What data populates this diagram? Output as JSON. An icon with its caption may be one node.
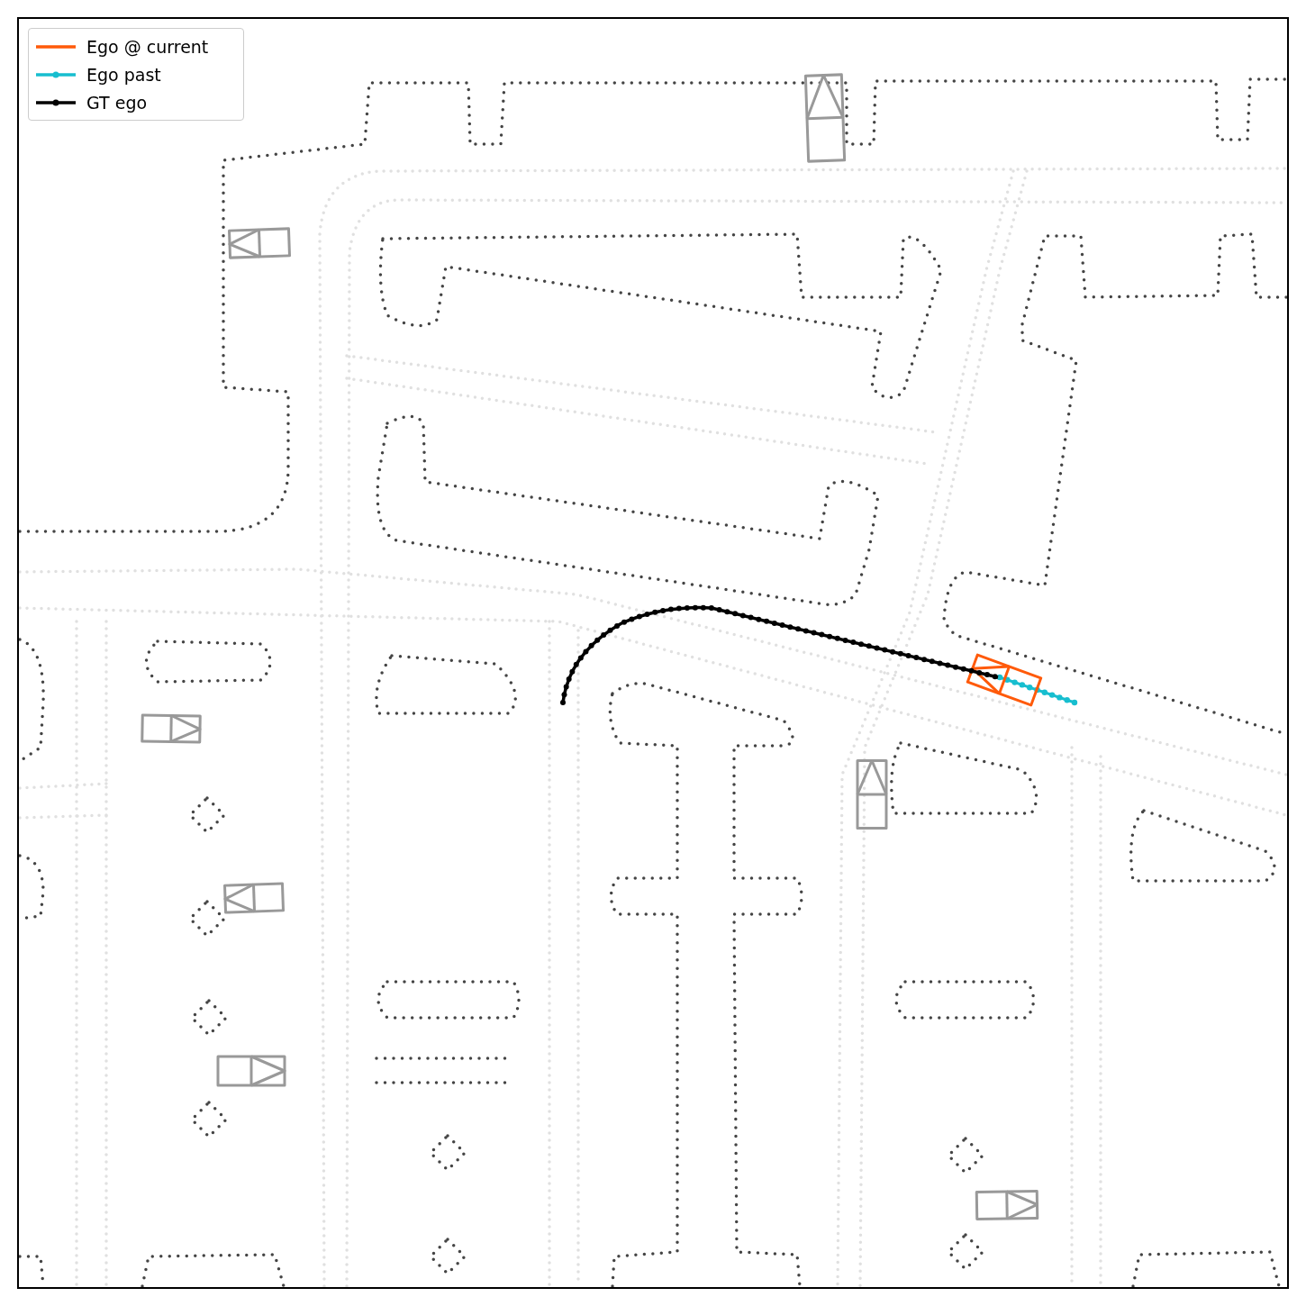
{
  "diagram": {
    "legend": [
      {
        "text": "Ego @ current"
      },
      {
        "text": "Ego past"
      },
      {
        "text": "GT ego"
      }
    ]
  }
}
